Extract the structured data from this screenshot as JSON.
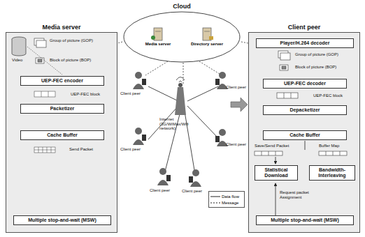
{
  "diagram": {
    "nodes": [
      {
        "text": [
          "Media server"
        ]
      },
      {
        "text": [
          "UEP-FEC encoder"
        ],
        "in": 0
      },
      {
        "text": [
          "Packetizer"
        ],
        "in": 0
      },
      {
        "text": [
          "Cache Buffer"
        ],
        "in": 0
      },
      {
        "text": [
          "Multiple stop-and-wait (MSW)"
        ],
        "in": 0
      },
      {
        "text": [
          "Cloud"
        ]
      },
      {
        "text": [
          "Media server"
        ],
        "in": 5
      },
      {
        "text": [
          "Directory server"
        ],
        "in": 5
      },
      {
        "text": [
          "Client peer"
        ]
      },
      {
        "text": [
          "Player/H.264 decoder"
        ],
        "in": 8
      },
      {
        "text": [
          "UEP-FEC decoder"
        ],
        "in": 8
      },
      {
        "text": [
          "Depacketizer"
        ],
        "in": 8
      },
      {
        "text": [
          "Cache Buffer"
        ],
        "in": 8
      },
      {
        "text": [
          "Statistical Download"
        ],
        "in": 8
      },
      {
        "text": [
          "Bandwidth-Interleaving"
        ],
        "in": 8
      },
      {
        "text": [
          "Multiple stop-and-wait (MSW)"
        ],
        "in": 8
      }
    ],
    "edges": [
      {
        "from": 1,
        "to": 2,
        "arrow": "to"
      },
      {
        "from": 2,
        "to": 3,
        "arrow": "to"
      },
      {
        "from": 3,
        "to": 4,
        "arrow": "to"
      },
      {
        "from": 12,
        "to": 11,
        "arrow": "to"
      },
      {
        "from": 11,
        "to": 10,
        "arrow": "to"
      },
      {
        "from": 10,
        "to": 9,
        "arrow": "to"
      },
      {
        "from": 13,
        "to": 14,
        "arrow": "to"
      },
      {
        "from": 14,
        "to": 15,
        "arrow": "to"
      }
    ],
    "labels": [
      "Video",
      "Group of picture (GOP)",
      "Block of picture (BOP)",
      "UEP-FEC block",
      "Send Packet",
      "Group of picture (GOP)",
      "Block of picture (BOP)",
      "UEP-FEC block",
      "Save/Send Packet",
      "Buffer Map",
      "Request packet Assignment",
      "Client peer",
      "Client peer",
      "Client peer",
      "Client peer",
      "Client peer",
      "Client peer",
      "Internet (3G/WiMax/Wifi network)"
    ],
    "legend": [
      {
        "text": "Data flow"
      },
      {
        "text": "Message"
      }
    ]
  }
}
